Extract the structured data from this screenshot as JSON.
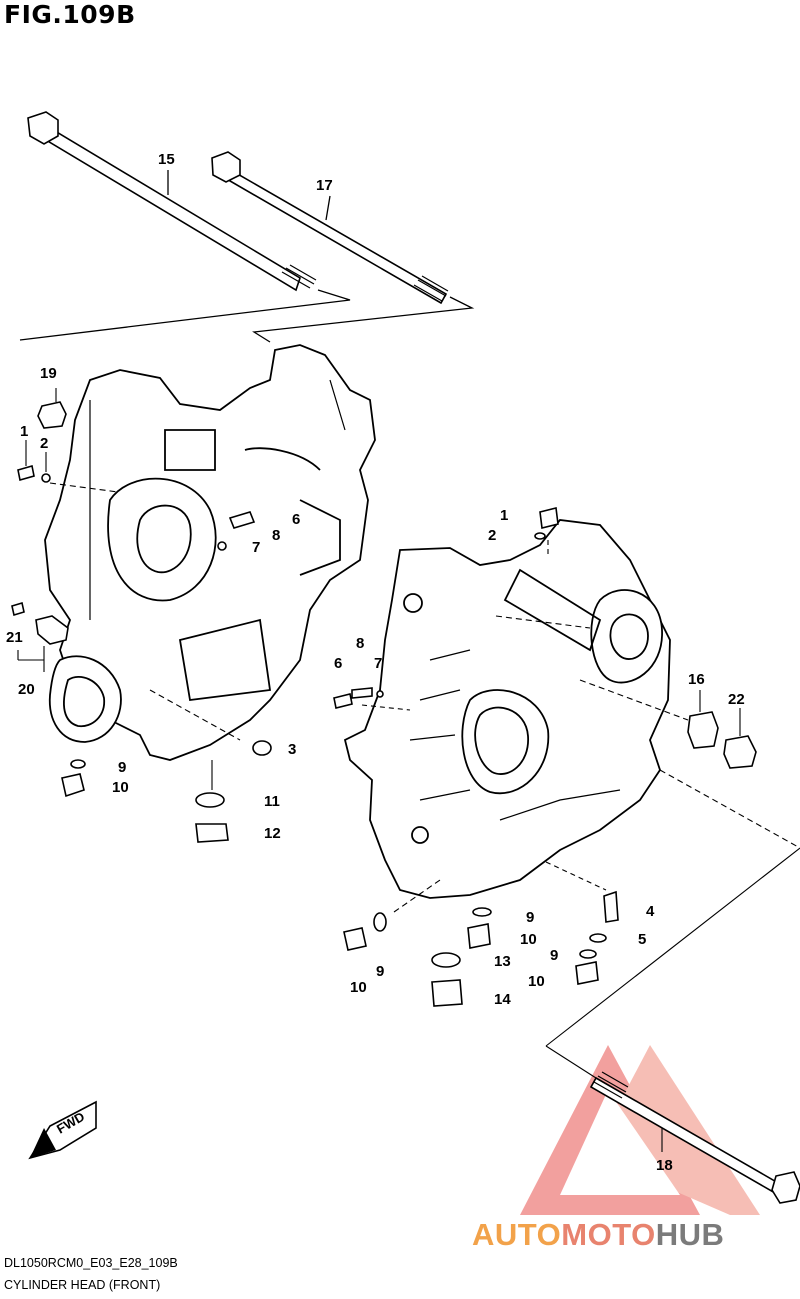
{
  "figure": {
    "title": "FIG.109B",
    "drawing_code": "DL1050RCM0_E03_E28_109B",
    "caption": "CYLINDER HEAD (FRONT)"
  },
  "callouts": {
    "p1_a": "1",
    "p1_b": "1",
    "p2_a": "2",
    "p2_b": "2",
    "p3": "3",
    "p4": "4",
    "p5": "5",
    "p6_a": "6",
    "p6_b": "6",
    "p7_a": "7",
    "p7_b": "7",
    "p8_a": "8",
    "p8_b": "8",
    "p9_a": "9",
    "p9_b": "9",
    "p9_c": "9",
    "p9_d": "9",
    "p10_a": "10",
    "p10_b": "10",
    "p10_c": "10",
    "p10_d": "10",
    "p11": "11",
    "p12": "12",
    "p13": "13",
    "p14": "14",
    "p15": "15",
    "p16": "16",
    "p17": "17",
    "p18": "18",
    "p19": "19",
    "p20": "20",
    "p21": "21",
    "p22": "22"
  },
  "fwd_label": "FWD",
  "watermark": {
    "part_a": "AUTO",
    "part_b": "MOTO",
    "part_c": "HUB",
    "colors": {
      "orange": "#f2a24a",
      "salmon": "#e8836e",
      "gray": "#7b7b7b"
    }
  }
}
